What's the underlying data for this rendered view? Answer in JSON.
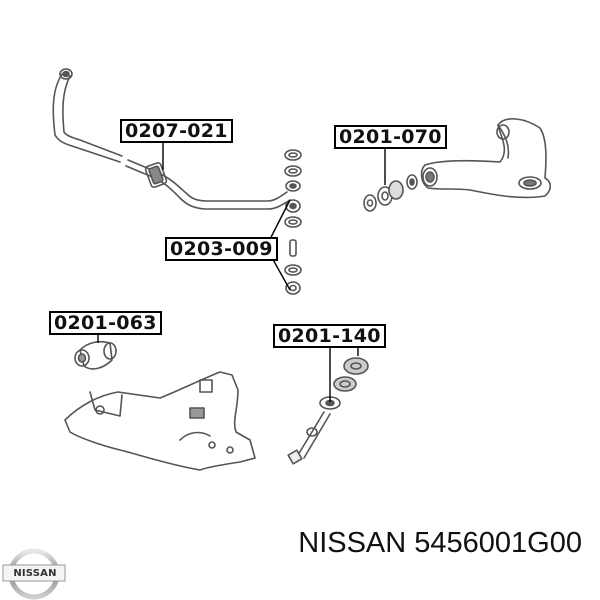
{
  "diagram": {
    "type": "exploded parts diagram - front suspension components",
    "background": "#ffffff",
    "stroke_color": "#444444",
    "callouts": [
      {
        "id": "stabilizer-bushing",
        "part_number": "0207-021",
        "points_to": "stabilizer bar bushing"
      },
      {
        "id": "upper-arm-bushing",
        "part_number": "0201-070",
        "points_to": "upper control arm bushing kit"
      },
      {
        "id": "stabilizer-link-bushing",
        "part_number": "0203-009",
        "points_to": "stabilizer link bushings"
      },
      {
        "id": "lower-arm-bushing",
        "part_number": "0201-063",
        "points_to": "lower arm bushing"
      },
      {
        "id": "strut-bushing",
        "part_number": "0201-140",
        "points_to": "tension rod bushing kit"
      }
    ]
  },
  "brand": {
    "logo_text": "NISSAN",
    "caption": "NISSAN 5456001G00"
  }
}
